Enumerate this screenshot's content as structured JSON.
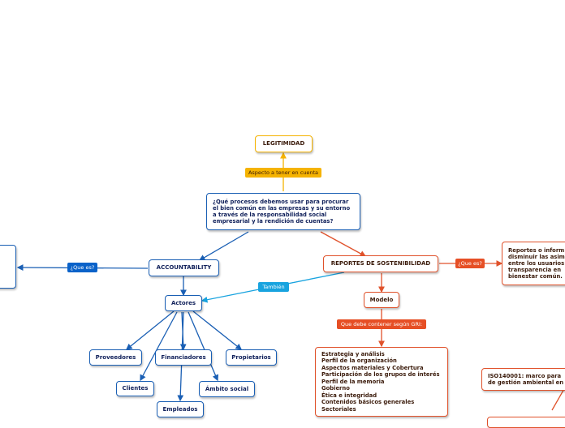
{
  "nodes": {
    "legitimidad": "LEGITIMIDAD",
    "question": "¿Qué procesos debemos usar para procurar\nel bien común en las empresas y su entorno\na través de la responsabilidad social\nempresarial y la rendición de cuentas?",
    "accountability": "ACCOUNTABILITY",
    "reportes": "REPORTES DE SOSTENIBILIDAD",
    "actores": "Actores",
    "modelo": "Modelo",
    "proveedores": "Proveedores",
    "financiadores": "Financiadores",
    "propietarios": "Propietarios",
    "clientes": "Clientes",
    "ambito_social": "Ámbito social",
    "empleados": "Empleados",
    "reportes_info": "Reportes o inform\ndisminuir las asim\nentre los usuarios\ntransparencia en\nbienestar común.",
    "gri_list": "Estrategia y análisis\nPerfil de la organización\nAspectos materiales y Cobertura\nParticipación de los grupos de interés\nPerfil de la memoria\nGobierno\nÉtica e integridad\nContenidos básicos generales\nSectoriales",
    "iso": "ISO140001: marco para\nde gestión ambiental en"
  },
  "labels": {
    "aspecto": "Aspecto a tener en cuenta",
    "que_es_left": "¿Que es?",
    "tambien": "También",
    "que_es_right": "¿Que es?",
    "que_debe": "Que debe contener según GRI:"
  },
  "colors": {
    "blue": "#1a5fb4",
    "cyan": "#18a3df",
    "orange": "#e0522b",
    "gold": "#f5b301"
  }
}
